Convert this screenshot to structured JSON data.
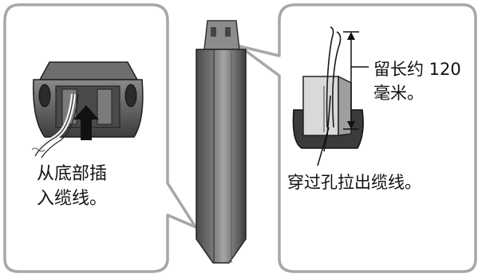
{
  "left_panel": {
    "caption_lines": [
      "从底部插",
      "入缆线。"
    ]
  },
  "right_panel": {
    "length_note_lines": [
      "留长约 120",
      "毫米。"
    ],
    "pull_caption": "穿过孔拉出缆线。"
  },
  "colors": {
    "panel_border": "#a7a7a7",
    "post_dark": "#3a3a3a",
    "post_mid": "#6b6b6b",
    "post_light": "#9a9a9a",
    "arrow": "#111111"
  }
}
